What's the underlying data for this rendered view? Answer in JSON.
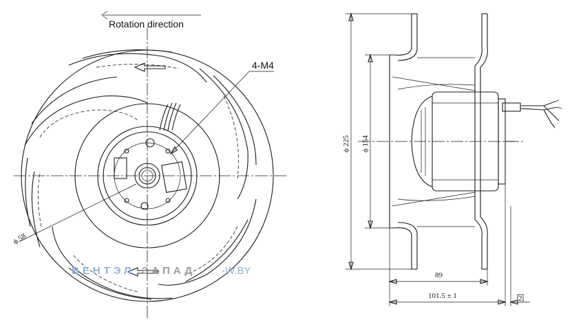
{
  "front_view": {
    "rotation_label": "Rotation direction",
    "mount_label": "4-M4",
    "hub_diameter_label": "ϕ 58"
  },
  "side_view": {
    "outer_diameter_label": "ϕ 225",
    "inlet_diameter_label": "ϕ 154",
    "depth_label": "89",
    "overall_length_label": "101.5 ± 1",
    "end_marker_label": "2"
  },
  "watermark": {
    "text_blue": "ВЕНТЭЛ",
    "text_gray": "ЗАПАД",
    "domain": "-W.BY",
    "colors": {
      "blue": "#8fb2d8",
      "gray": "#9a9a9a"
    }
  }
}
